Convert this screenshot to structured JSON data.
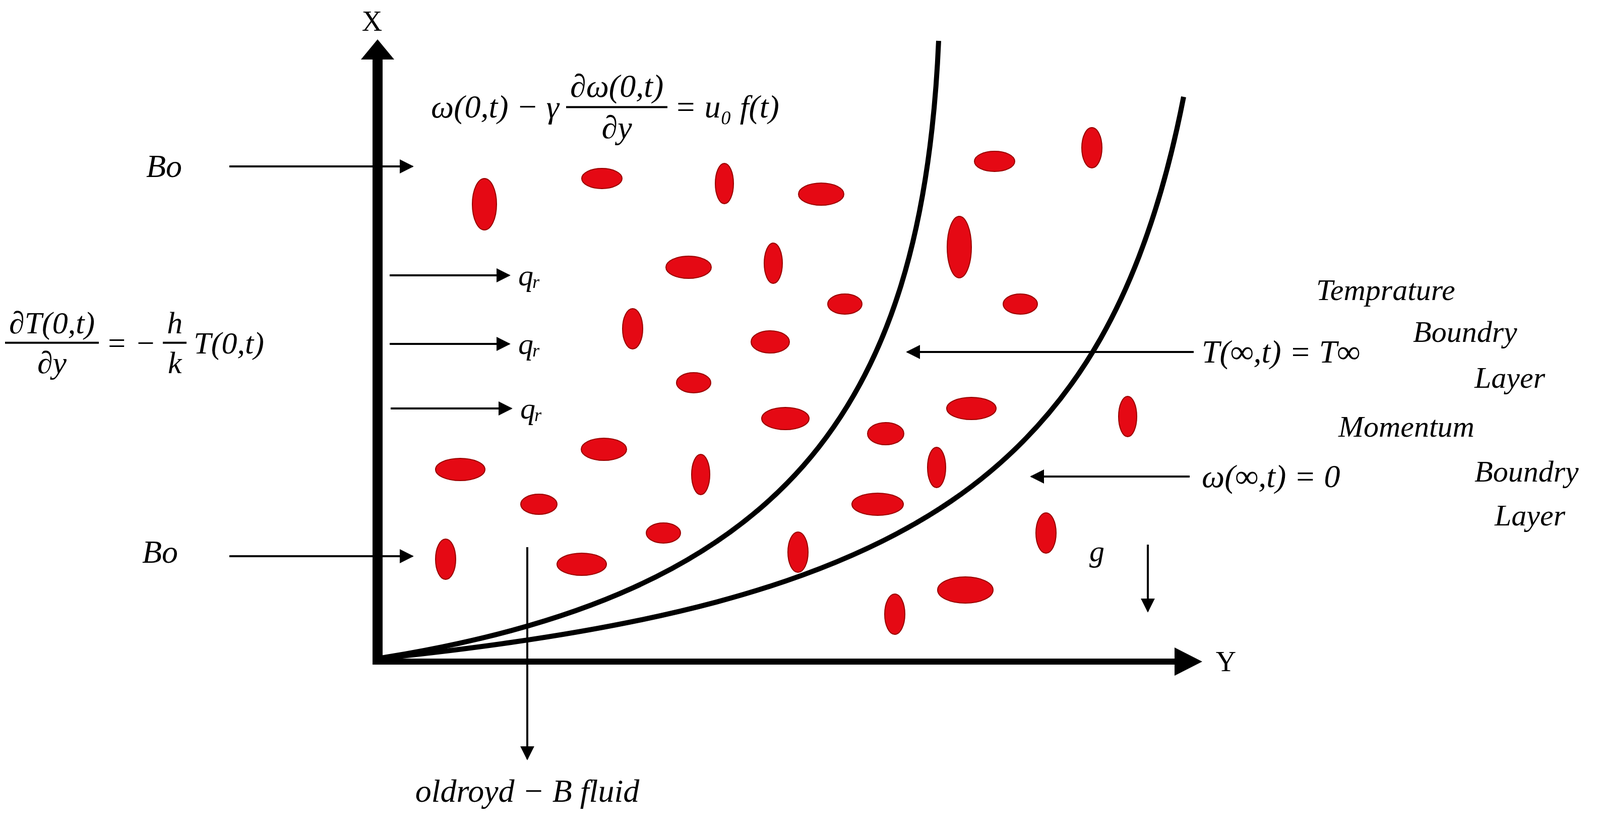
{
  "diagram": {
    "labels": [
      "X",
      "ω(0,t) − γ",
      "∂ω(0,t)",
      "∂y",
      "= u₀ f(t)",
      "Bo",
      "qᵣ",
      "∂T(0,t)",
      "∂y",
      "= −",
      "h",
      "k",
      "T(0,t)",
      "qᵣ",
      "qᵣ",
      "Temprature",
      "Boundry",
      "T(∞,t) = T∞",
      "Layer",
      "Momentum",
      "ω(∞,t) = 0",
      "Boundry",
      "Layer",
      "Bo",
      "g",
      "Y",
      "oldroyd − B fluid"
    ]
  }
}
